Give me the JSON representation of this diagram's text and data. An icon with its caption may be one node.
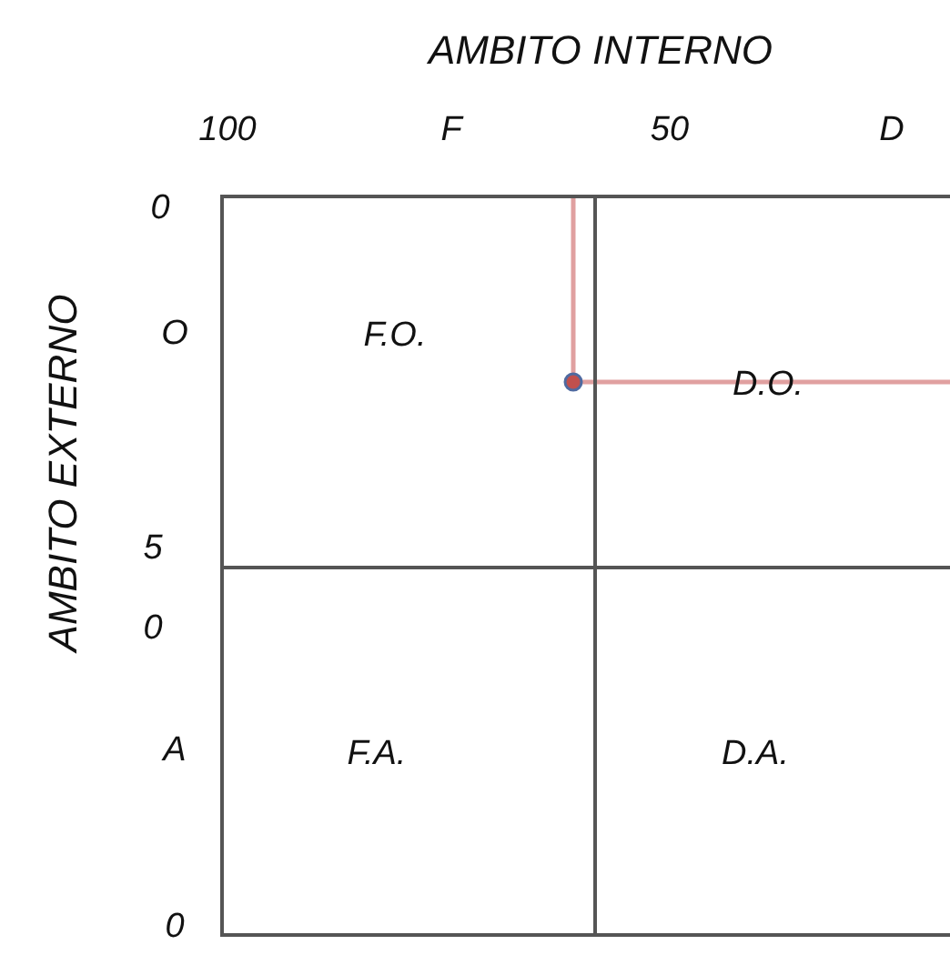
{
  "diagram": {
    "nodes": [
      {
        "text": [
          "F.O."
        ]
      },
      {
        "text": [
          "D.O."
        ]
      },
      {
        "text": [
          "F.A."
        ]
      },
      {
        "text": [
          "D.A."
        ]
      }
    ],
    "labels": [
      "AMBITO INTERNO",
      "100",
      "F",
      "50",
      "D",
      "0",
      "O",
      "5",
      "0",
      "A",
      "0",
      "AMBITO EXTERNO"
    ]
  }
}
